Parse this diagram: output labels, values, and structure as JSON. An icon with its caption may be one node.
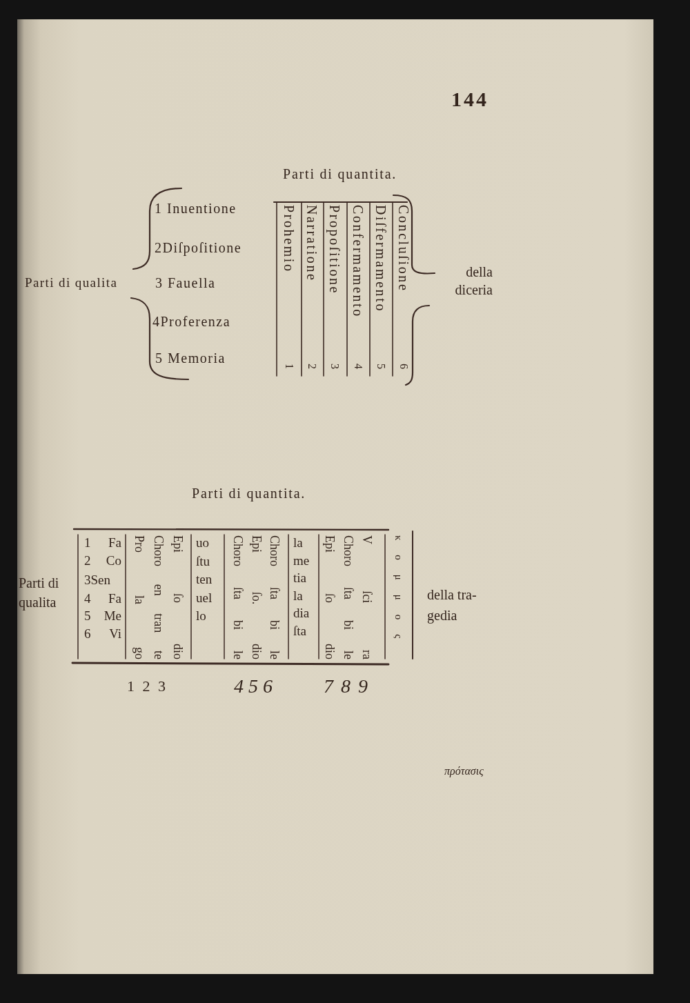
{
  "diagram": {
    "labels": [
      "144",
      "Parti di quantita.",
      "1 Inuentione",
      "2Diſpoſitione",
      "Parti di qualita",
      "3 Fauella",
      "4Proferenza",
      "5 Memoria",
      "Prohemio",
      "Narratione",
      "Propoſitione",
      "Confermamento",
      "Diſfermamento",
      "Concluſione",
      "1",
      "2",
      "3",
      "4",
      "5",
      "6",
      "della diceria",
      "Parti di quantita.",
      "Parti di qualita",
      "1 Fa",
      "2 Co",
      "3Sen",
      "4 Fa",
      "5 Me",
      "6 Vi",
      "Pro la go",
      "Choro en tran te",
      "Epi ſo dio",
      "uo ſtu ten uel lo",
      "Choro ſta bi le",
      "Epi ſo. dio",
      "Choro ſta bi le",
      "la me tia la dia ſta",
      "Epi ſo dio",
      "Choro ſta bi le",
      "V ſci ra",
      "κομμος",
      "della tra- gedia",
      "1 2 3",
      "4 5 6",
      "7 8 9",
      "πρότασις"
    ]
  }
}
